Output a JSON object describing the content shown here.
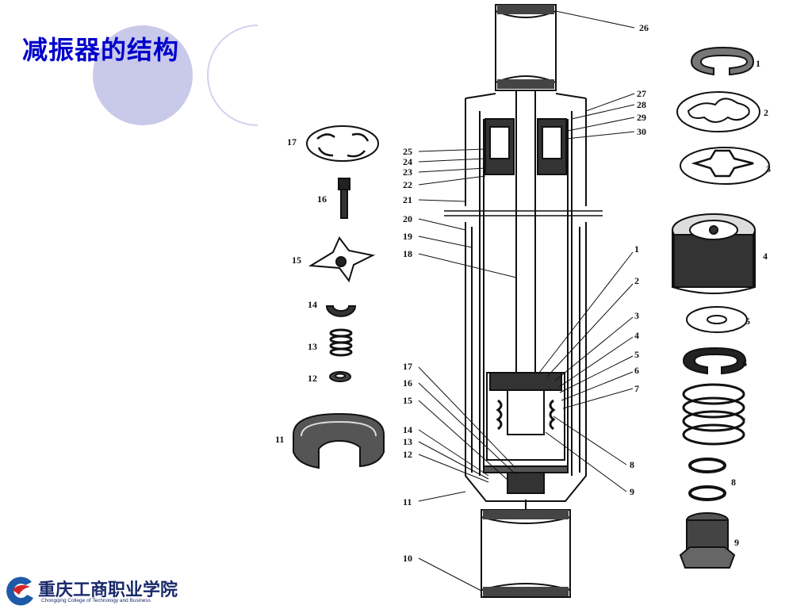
{
  "slide": {
    "title": "减振器的结构"
  },
  "logo": {
    "cn": "重庆工商职业学院",
    "en": "Chongqing College of Technology and Business"
  },
  "labels": {
    "left": [
      "17",
      "16",
      "15",
      "14",
      "13",
      "12",
      "11"
    ],
    "center_left": [
      "25",
      "24",
      "23",
      "22",
      "21",
      "20",
      "19",
      "18",
      "17",
      "16",
      "15",
      "14",
      "13",
      "12",
      "11",
      "10"
    ],
    "center_right": [
      "26",
      "27",
      "28",
      "29",
      "30",
      "1",
      "2",
      "3",
      "4",
      "5",
      "6",
      "7",
      "8",
      "9"
    ],
    "right": [
      "1",
      "2",
      "3",
      "4",
      "5",
      "6",
      "7",
      "8",
      "9"
    ]
  }
}
